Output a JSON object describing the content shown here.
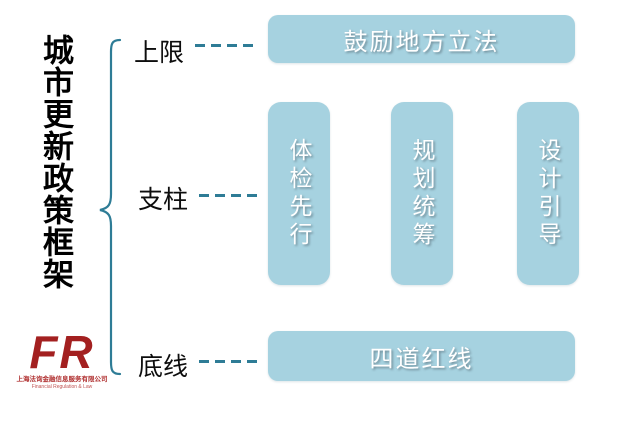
{
  "diagram": {
    "title": "城市更新政策框架",
    "levels": [
      {
        "label": "上限",
        "box": "鼓励地方立法"
      },
      {
        "label": "支柱",
        "pillars": [
          "体检先行",
          "规划统筹",
          "设计引导"
        ]
      },
      {
        "label": "底线",
        "box": "四道红线"
      }
    ]
  },
  "logo": {
    "monogram": "FR",
    "company_cn": "上海法询金融信息服务有限公司",
    "company_en": "Financial Regulation & Law"
  },
  "colors": {
    "box_fill": "#A6D2E0",
    "connector_teal": "#2E7C96",
    "box_text": "#FFFFFF",
    "title_text": "#000000",
    "logo_red": "#A32020"
  }
}
